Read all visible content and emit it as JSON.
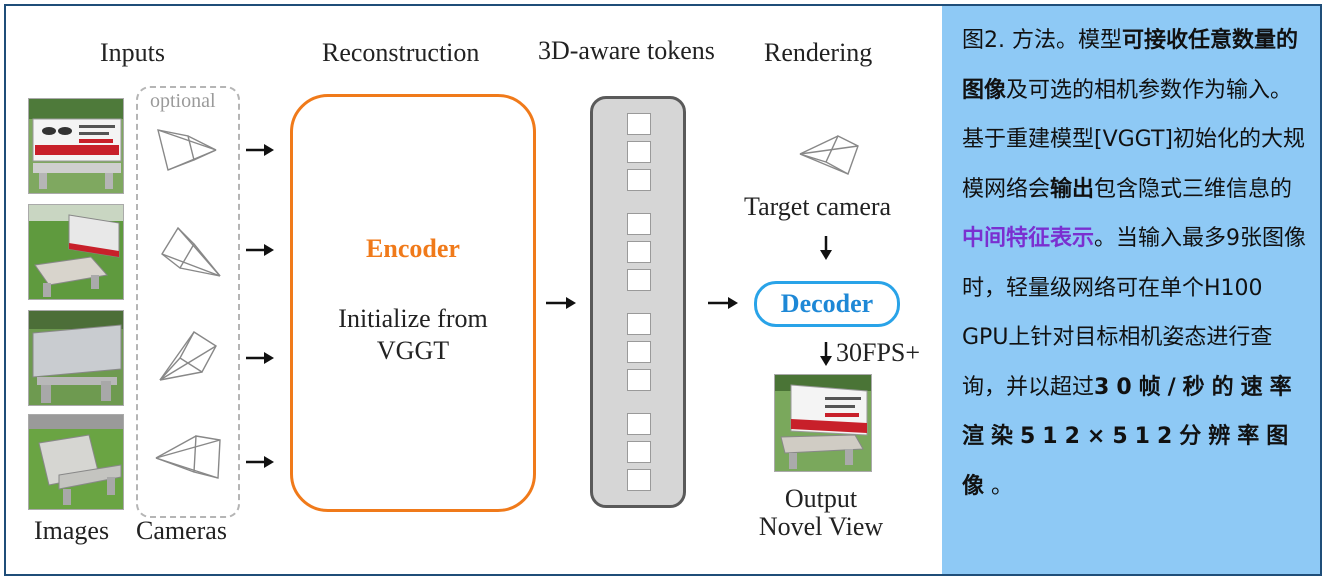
{
  "diagram": {
    "headers": {
      "inputs": "Inputs",
      "reconstruction": "Reconstruction",
      "tokens": "3D-aware tokens",
      "rendering": "Rendering"
    },
    "optional_label": "optional",
    "input_image_names": [
      "input-image-1",
      "input-image-2",
      "input-image-3",
      "input-image-4"
    ],
    "bottom_labels": {
      "images": "Images",
      "cameras": "Cameras"
    },
    "encoder": {
      "title": "Encoder",
      "subtitle_line1": "Initialize from",
      "subtitle_line2": "VGGT"
    },
    "token_count": 12,
    "rendering": {
      "target_camera": "Target camera",
      "decoder": "Decoder",
      "fps": "30FPS+",
      "output_line1": "Output",
      "output_line2": "Novel View"
    },
    "colors": {
      "encoder": "#f07a1a",
      "decoder": "#29a3e8",
      "tokens_bg": "#d6d6d6",
      "caption_bg": "#8ec9f5",
      "frame": "#1f4e79",
      "highlight": "#7a2fd0"
    }
  },
  "caption": {
    "p1": "图2. 方法。模型",
    "b1": "可接收任意数量的图像",
    "p2": "及可选的相机参数作为输入。基于重建模型[VGGT]初始化的大规模网络会",
    "b2": "输出",
    "p3": "包含隐式三维信息的",
    "b3": "中间特征表示",
    "p4": "。当输入最多9张图像时，轻量级网络可在单个H100 GPU上针对目标相机姿态进行查询，并以超过",
    "b4": "30帧/秒的速率渲染512×512分辨率图像",
    "p5": "。"
  }
}
